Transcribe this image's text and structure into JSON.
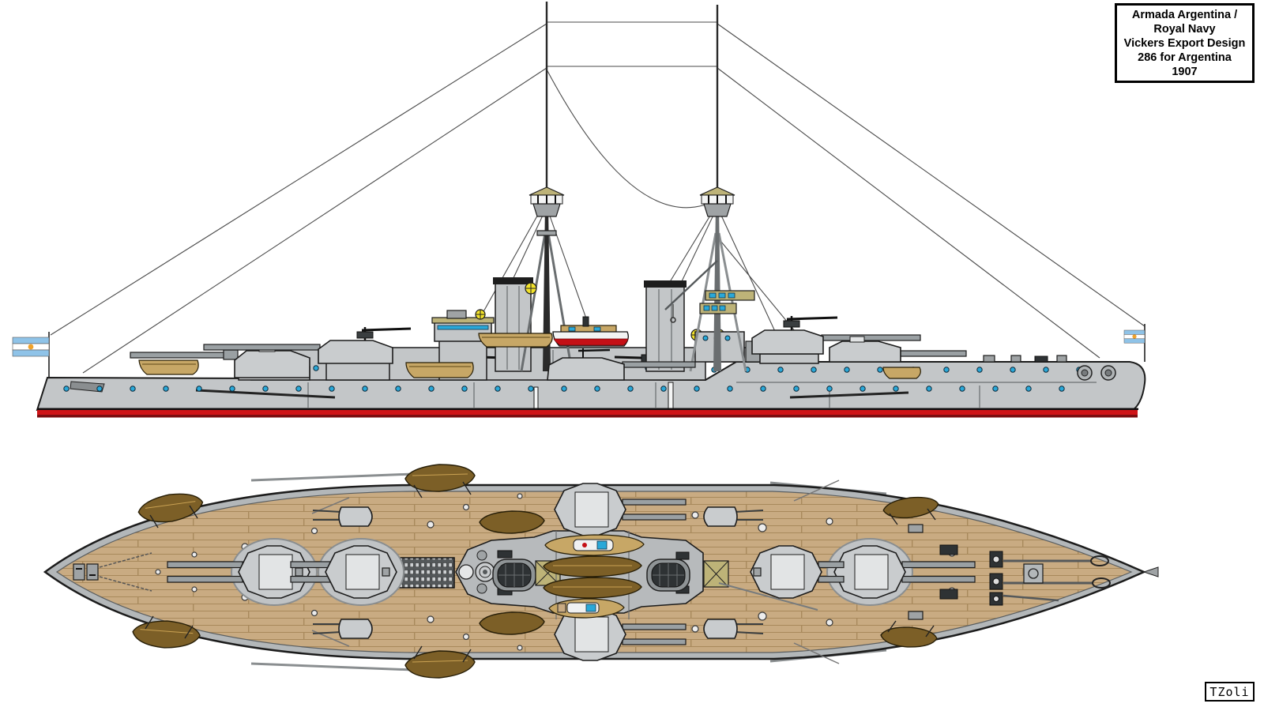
{
  "title_box": {
    "lines": [
      "Armada Argentina /",
      "Royal Navy",
      "Vickers Export Design",
      "286 for Argentina",
      "1907"
    ]
  },
  "signature": {
    "text": "TZoli"
  },
  "flags": {
    "bow": "argentina-jack",
    "stern": "argentina-ensign"
  },
  "views": {
    "count": 2,
    "top": "side-profile",
    "bottom": "deck-plan"
  },
  "colors": {
    "outline_dark": "#1c1c1c",
    "hull_gray": "#c3c6c8",
    "hull_dark": "#9fa3a5",
    "turret_gray": "#c9ccce",
    "turret_light": "#e2e4e5",
    "barrel_gray": "#9aa0a3",
    "funnel_cap": "#1d1d1d",
    "waterline_red": "#cf1317",
    "waterline_dark_red": "#7c0d10",
    "deck_tan": "#c9ab82",
    "plank_line": "#a8895c",
    "deck_edge_gray": "#b3b7b9",
    "boat_brown": "#7c5f27",
    "boat_tan": "#c7a766",
    "khaki": "#bdb378",
    "window_blue": "#2aa8d8",
    "porthole_blue": "#2aa8d8",
    "searchlight_yellow": "#f2e22a",
    "flag_blue": "#8fc3e8",
    "flag_white": "#ffffff",
    "sun_orange": "#f0a22a",
    "rigging_gray": "#4a4a4a"
  }
}
